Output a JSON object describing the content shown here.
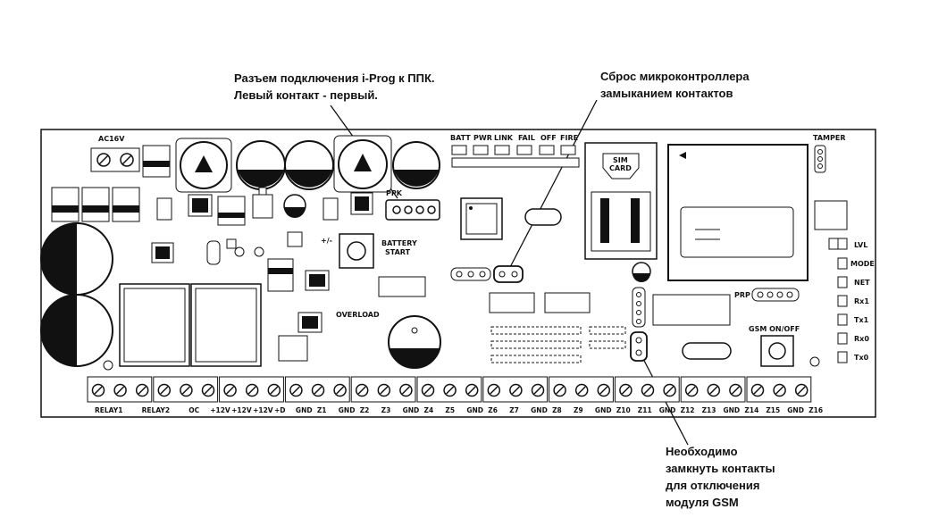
{
  "callouts": {
    "iprog": {
      "line1": "Разъем подключения i-Prog к ППК.",
      "line2": "Левый контакт - первый."
    },
    "reset": {
      "line1": "Сброс микроконтроллера",
      "line2": "замыканием контактов"
    },
    "gsm": {
      "line1": "Необходимо",
      "line2": "замкнуть контакты",
      "line3": "для отключения",
      "line4": "модуля GSM"
    }
  },
  "board": {
    "ac_label": "AC16V",
    "tamper_label": "TAMPER",
    "ppk_label": "PPK",
    "prp_label": "PRP",
    "sim_label_1": "SIM",
    "sim_label_2": "CARD",
    "battery_start_1": "BATTERY",
    "battery_start_2": "START",
    "overload_label": "OVERLOAD",
    "gsm_onoff_label": "GSM ON/OFF",
    "plus_minus": "+/-",
    "led_labels": [
      "BATT",
      "PWR",
      "LINK",
      "FAIL",
      "OFF",
      "FIRE"
    ],
    "gsm_led_labels": [
      "LVL",
      "MODE",
      "NET",
      "Rx1",
      "Tx1",
      "Rx0",
      "Tx0"
    ],
    "terminal_labels": [
      "RELAY1",
      "RELAY2",
      "OC",
      "+12V",
      "+12V",
      "+12V",
      "+D",
      "GND",
      "Z1",
      "GND",
      "Z2",
      "Z3",
      "GND",
      "Z4",
      "Z5",
      "GND",
      "Z6",
      "Z7",
      "GND",
      "Z8",
      "Z9",
      "GND",
      "Z10",
      "Z11",
      "GND",
      "Z12",
      "Z13",
      "GND",
      "Z14",
      "Z15",
      "GND",
      "Z16"
    ]
  }
}
